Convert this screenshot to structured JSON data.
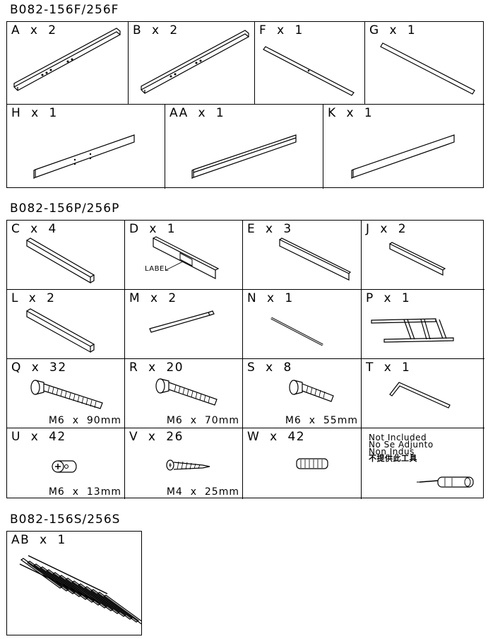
{
  "sections": [
    {
      "title": "B082-156F/256F"
    },
    {
      "title": "B082-156P/256P"
    },
    {
      "title": "B082-156S/256S"
    }
  ],
  "parts": {
    "A": {
      "label": "A  x  2"
    },
    "B": {
      "label": "B  x  2"
    },
    "F": {
      "label": "F  x  1"
    },
    "G": {
      "label": "G  x  1"
    },
    "H": {
      "label": "H  x  1"
    },
    "AA": {
      "label": "AA  x  1"
    },
    "K": {
      "label": "K  x  1"
    },
    "C": {
      "label": "C  x  4"
    },
    "D": {
      "label": "D  x  1",
      "tag": "LABEL"
    },
    "E": {
      "label": "E  x  3"
    },
    "J": {
      "label": "J  x  2"
    },
    "L": {
      "label": "L  x  2"
    },
    "M": {
      "label": "M  x  2"
    },
    "N": {
      "label": "N  x  1"
    },
    "P": {
      "label": "P  x  1"
    },
    "Q": {
      "label": "Q  x  32",
      "size": "M6  x  90mm"
    },
    "R": {
      "label": "R  x  20",
      "size": "M6  x  70mm"
    },
    "S": {
      "label": "S  x  8",
      "size": "M6  x  55mm"
    },
    "T": {
      "label": "T  x  1"
    },
    "U": {
      "label": "U  x  42",
      "size": "M6  x  13mm"
    },
    "V": {
      "label": "V  x  26",
      "size": "M4  x  25mm"
    },
    "W": {
      "label": "W  x  42"
    },
    "AB": {
      "label": "AB  x  1"
    }
  },
  "not_included": {
    "en": "Not  Included",
    "es": "No  Se  Adjunto",
    "it": "Non  Indus",
    "zh": "不提供此工具"
  }
}
